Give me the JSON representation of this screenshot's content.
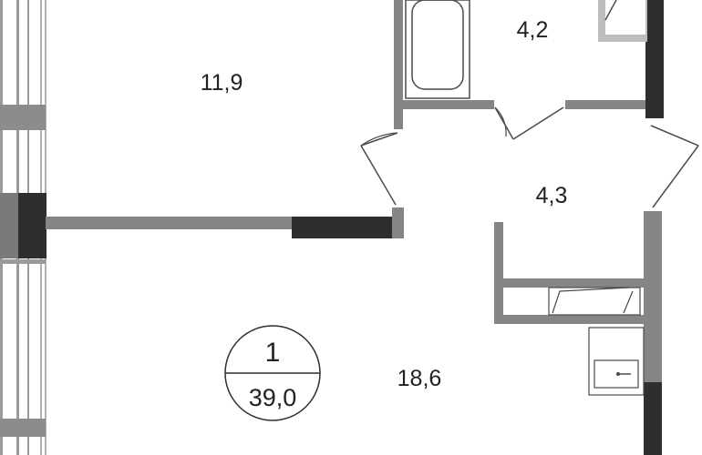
{
  "rooms": [
    {
      "id": "room-main-bottom",
      "area": "18,6"
    },
    {
      "id": "room-top-left",
      "area": "11,9"
    },
    {
      "id": "room-bathroom",
      "area": "4,2"
    },
    {
      "id": "room-hallway",
      "area": "4,3"
    }
  ],
  "apartment": {
    "rooms_count": "1",
    "total_area": "39,0"
  },
  "colors": {
    "wall_dark": "#2e2e2e",
    "wall_mid": "#858585",
    "wall_light": "#bdbdbd",
    "line": "#4a4a4a",
    "background": "#ffffff"
  }
}
